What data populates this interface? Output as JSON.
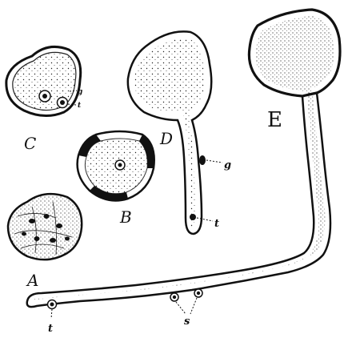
{
  "figure": {
    "labels": {
      "A": "A",
      "B": "B",
      "C": "C",
      "D": "D",
      "E": "E"
    },
    "annotations": {
      "c_g": "g",
      "c_t": "t",
      "d_g": "g",
      "d_t": "t",
      "e_t": "t",
      "e_s": "s"
    }
  }
}
